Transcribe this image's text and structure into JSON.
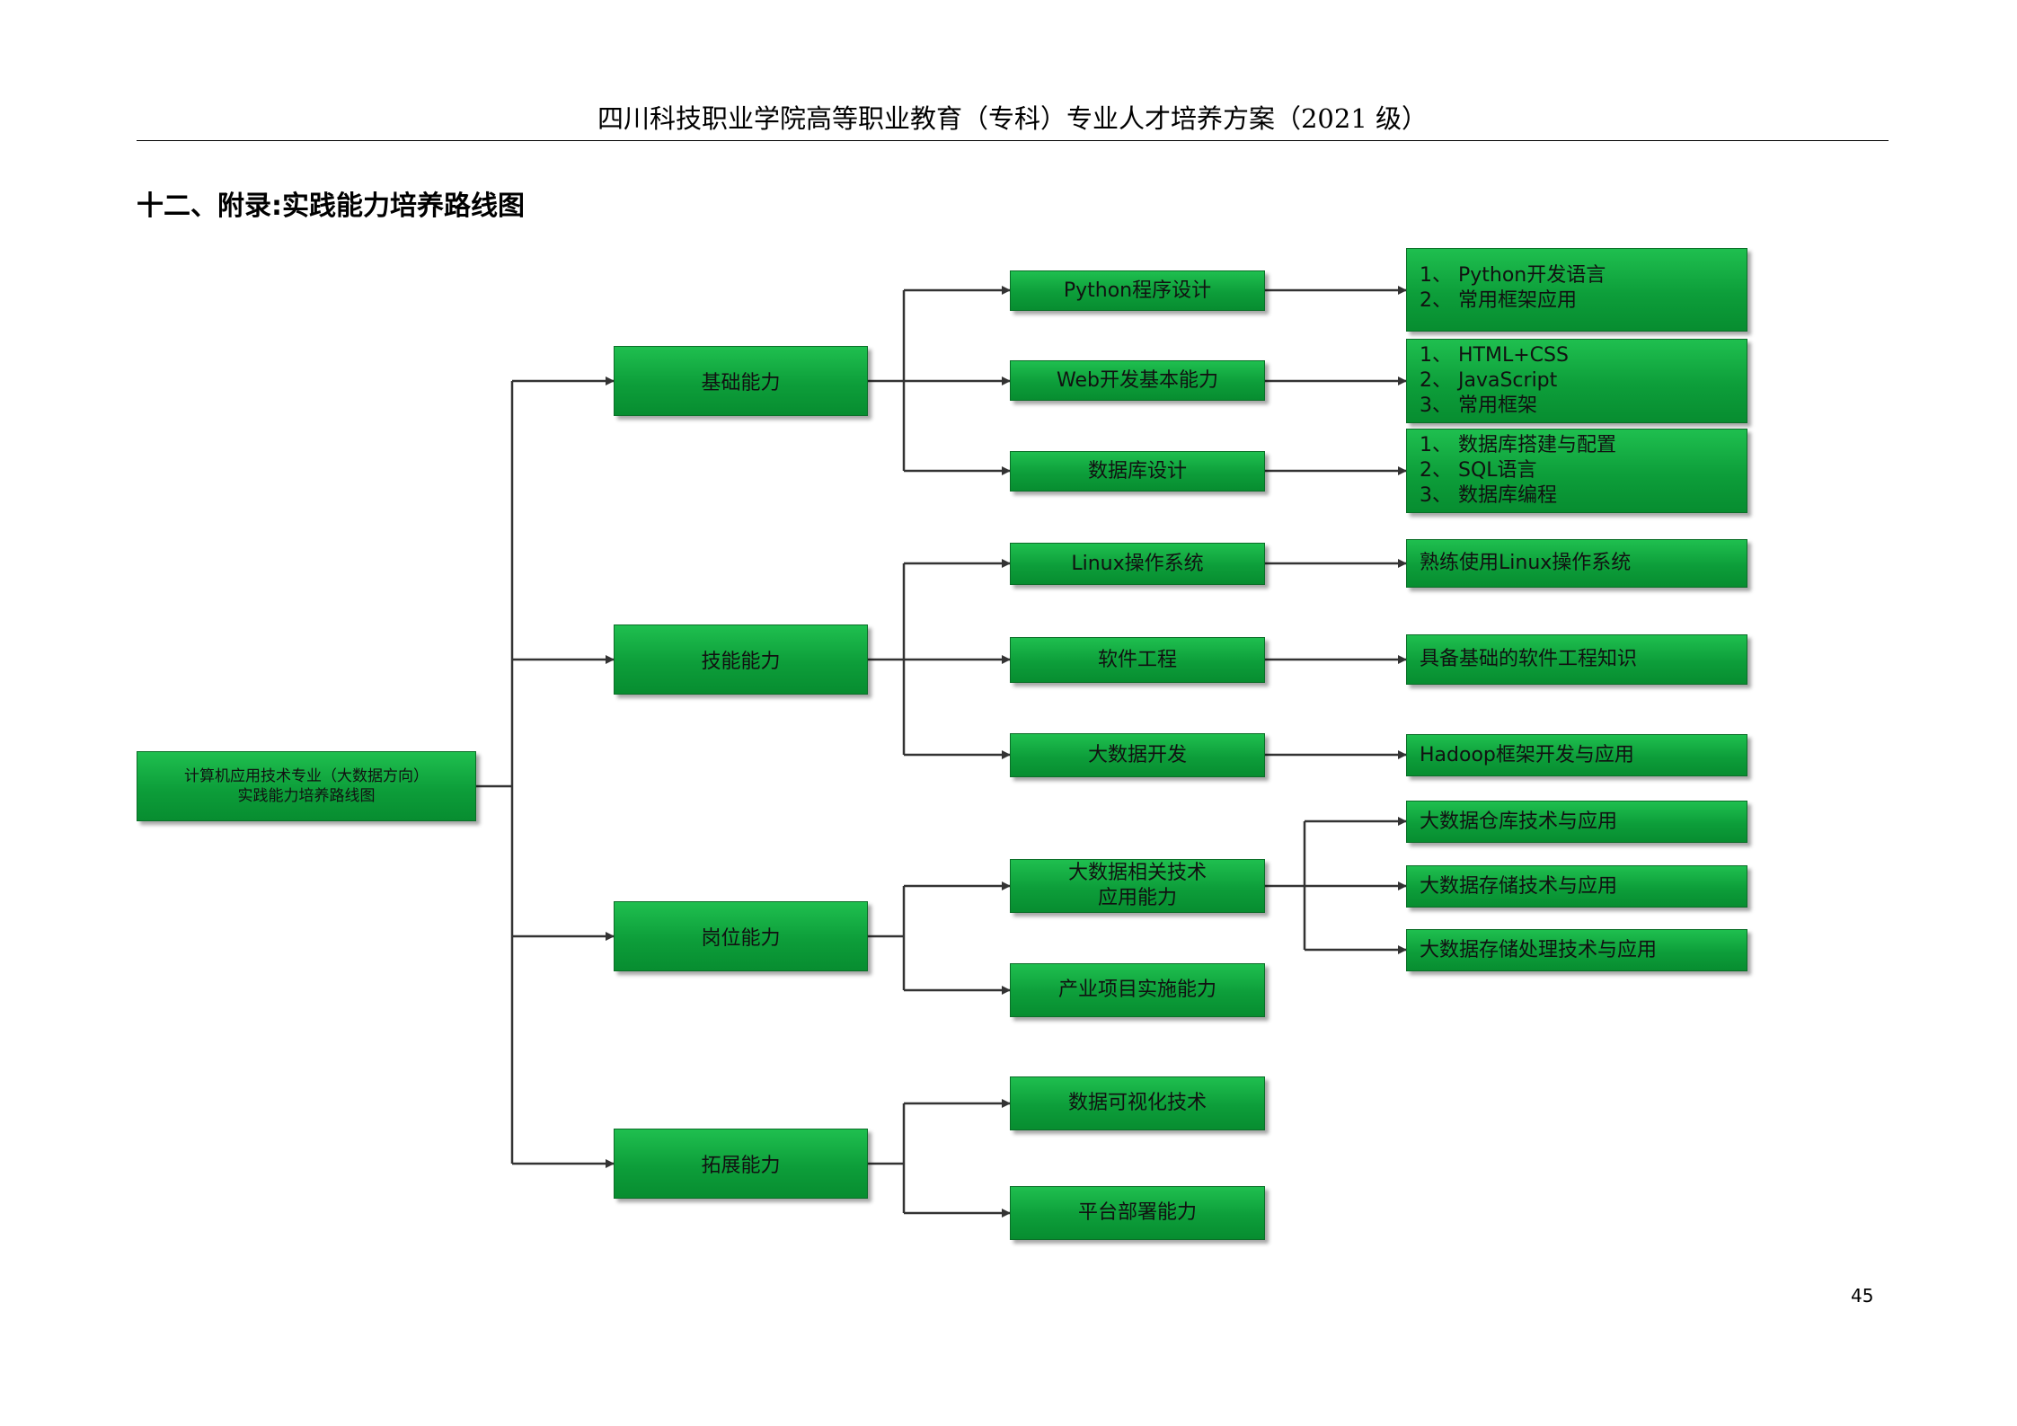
{
  "header": {
    "title": "四川科技职业学院高等职业教育（专科）专业人才培养方案（2021 级）"
  },
  "section": {
    "title": "十二、附录:实践能力培养路线图"
  },
  "page_number": "45",
  "colors": {
    "box_fill": "#0d9e3a",
    "box_border": "#0b6e28",
    "connector": "#333333"
  },
  "diagram": {
    "root": {
      "line1": "计算机应用技术专业（大数据方向）",
      "line2": "实践能力培养路线图"
    },
    "categories": [
      {
        "label": "基础能力",
        "skills": [
          {
            "label": "Python程序设计",
            "details": [
              "1、 Python开发语言",
              "2、 常用框架应用"
            ]
          },
          {
            "label": "Web开发基本能力",
            "details": [
              "1、 HTML+CSS",
              "2、 JavaScript",
              "3、 常用框架"
            ]
          },
          {
            "label": "数据库设计",
            "details": [
              "1、 数据库搭建与配置",
              "2、 SQL语言",
              "3、 数据库编程"
            ]
          }
        ]
      },
      {
        "label": "技能能力",
        "skills": [
          {
            "label": "Linux操作系统",
            "details": [
              "熟练使用Linux操作系统"
            ]
          },
          {
            "label": "软件工程",
            "details": [
              "具备基础的软件工程知识"
            ]
          },
          {
            "label": "大数据开发",
            "details": [
              "Hadoop框架开发与应用"
            ]
          }
        ]
      },
      {
        "label": "岗位能力",
        "skills": [
          {
            "label_line1": "大数据相关技术",
            "label_line2": "应用能力",
            "details": [
              "大数据仓库技术与应用",
              "大数据存储技术与应用",
              "大数据存储处理技术与应用"
            ]
          },
          {
            "label": "产业项目实施能力"
          }
        ]
      },
      {
        "label": "拓展能力",
        "skills": [
          {
            "label": "数据可视化技术"
          },
          {
            "label": "平台部署能力"
          }
        ]
      }
    ]
  }
}
